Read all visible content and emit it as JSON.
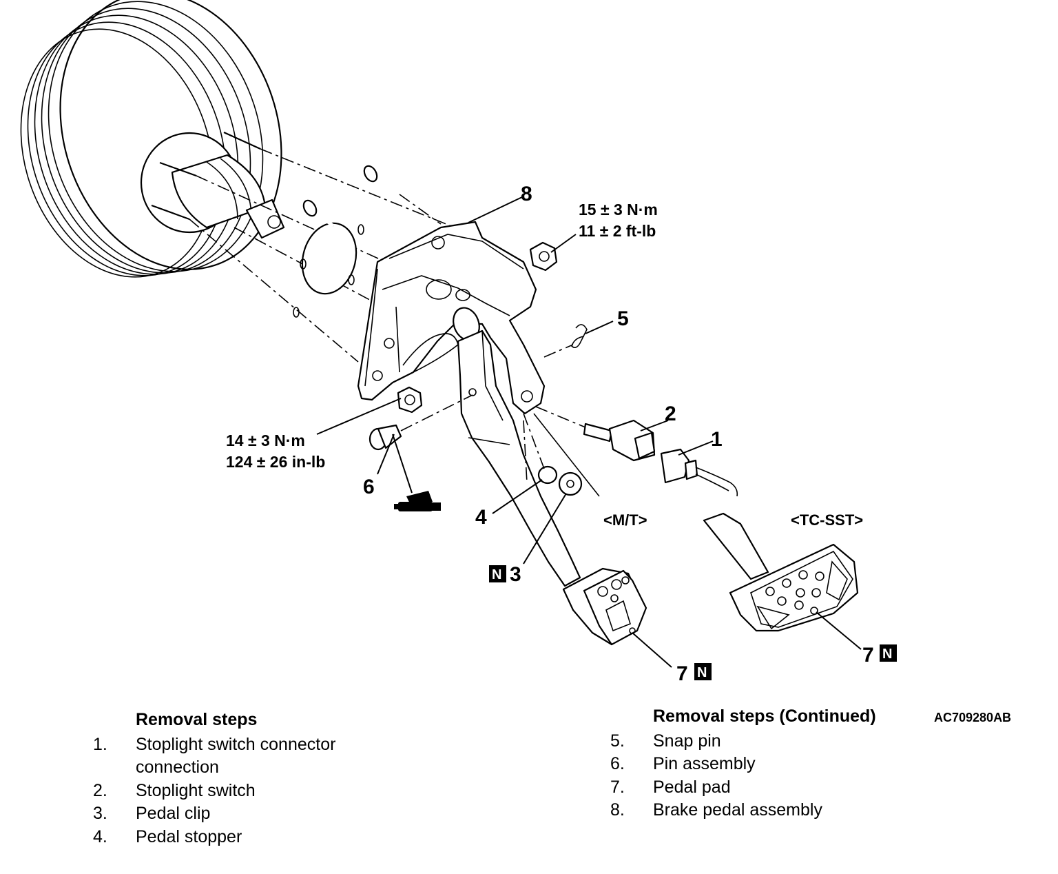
{
  "figure_code": "AC709280AB",
  "callouts": {
    "c1": "1",
    "c2": "2",
    "c3": "3",
    "c4": "4",
    "c5": "5",
    "c6": "6",
    "c7a": "7",
    "c7b": "7",
    "c8": "8"
  },
  "new_part_badge": "N",
  "torques": {
    "upper": {
      "metric": "15 ± 3 N·m",
      "imperial": "11 ± 2 ft-lb"
    },
    "lower": {
      "metric": "14 ± 3 N·m",
      "imperial": "124 ± 26 in-lb"
    }
  },
  "variants": {
    "mt": "<M/T>",
    "tcsst": "<TC-SST>"
  },
  "removal_steps": {
    "title": "Removal steps",
    "items": [
      {
        "num": "1.",
        "text": "Stoplight switch connector connection"
      },
      {
        "num": "2.",
        "text": "Stoplight switch"
      },
      {
        "num": "3.",
        "text": "Pedal clip"
      },
      {
        "num": "4.",
        "text": "Pedal stopper"
      }
    ]
  },
  "removal_steps_continued": {
    "title": "Removal steps (Continued)",
    "items": [
      {
        "num": "5.",
        "text": "Snap pin"
      },
      {
        "num": "6.",
        "text": "Pin assembly"
      },
      {
        "num": "7.",
        "text": "Pedal pad"
      },
      {
        "num": "8.",
        "text": "Brake pedal assembly"
      }
    ]
  },
  "icons": [
    "grease-gun-icon",
    "new-part-icon"
  ]
}
